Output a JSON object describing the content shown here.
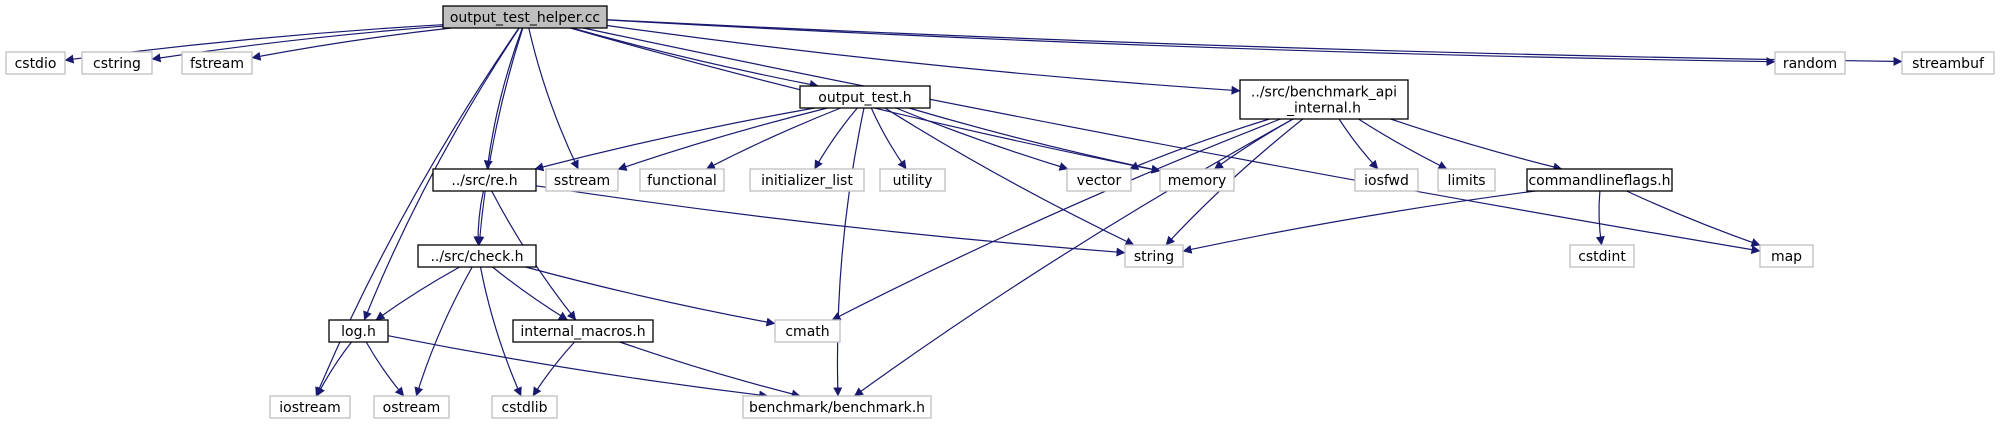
{
  "diagram": {
    "colors": {
      "edge": "#191970",
      "external_border": "#bfbfbf",
      "local_border": "#000000",
      "root_fill": "#bfbfbf"
    },
    "nodes": [
      {
        "id": "output_test_helper_cc",
        "label": "output_test_helper.cc",
        "kind": "root"
      },
      {
        "id": "cstdio",
        "label": "cstdio",
        "kind": "external"
      },
      {
        "id": "cstring",
        "label": "cstring",
        "kind": "external"
      },
      {
        "id": "fstream",
        "label": "fstream",
        "kind": "external"
      },
      {
        "id": "output_test_h",
        "label": "output_test.h",
        "kind": "local"
      },
      {
        "id": "benchmark_api_internal_h",
        "label": "../src/benchmark_api\n_internal.h",
        "kind": "local"
      },
      {
        "id": "random",
        "label": "random",
        "kind": "external"
      },
      {
        "id": "streambuf",
        "label": "streambuf",
        "kind": "external"
      },
      {
        "id": "re_h",
        "label": "../src/re.h",
        "kind": "local"
      },
      {
        "id": "sstream",
        "label": "sstream",
        "kind": "external"
      },
      {
        "id": "functional",
        "label": "functional",
        "kind": "external"
      },
      {
        "id": "initializer_list",
        "label": "initializer_list",
        "kind": "external"
      },
      {
        "id": "utility",
        "label": "utility",
        "kind": "external"
      },
      {
        "id": "vector",
        "label": "vector",
        "kind": "external"
      },
      {
        "id": "memory",
        "label": "memory",
        "kind": "external"
      },
      {
        "id": "iosfwd",
        "label": "iosfwd",
        "kind": "external"
      },
      {
        "id": "limits",
        "label": "limits",
        "kind": "external"
      },
      {
        "id": "commandlineflags_h",
        "label": "commandlineflags.h",
        "kind": "local"
      },
      {
        "id": "check_h",
        "label": "../src/check.h",
        "kind": "local"
      },
      {
        "id": "string",
        "label": "string",
        "kind": "external"
      },
      {
        "id": "cstdint",
        "label": "cstdint",
        "kind": "external"
      },
      {
        "id": "map",
        "label": "map",
        "kind": "external"
      },
      {
        "id": "log_h",
        "label": "log.h",
        "kind": "local"
      },
      {
        "id": "internal_macros_h",
        "label": "internal_macros.h",
        "kind": "local"
      },
      {
        "id": "cmath",
        "label": "cmath",
        "kind": "external"
      },
      {
        "id": "iostream",
        "label": "iostream",
        "kind": "external"
      },
      {
        "id": "ostream",
        "label": "ostream",
        "kind": "external"
      },
      {
        "id": "cstdlib",
        "label": "cstdlib",
        "kind": "external"
      },
      {
        "id": "benchmark_h",
        "label": "benchmark/benchmark.h",
        "kind": "external"
      }
    ],
    "edges": [
      [
        "output_test_helper_cc",
        "cstdio"
      ],
      [
        "output_test_helper_cc",
        "cstring"
      ],
      [
        "output_test_helper_cc",
        "fstream"
      ],
      [
        "output_test_helper_cc",
        "output_test_h"
      ],
      [
        "output_test_helper_cc",
        "benchmark_api_internal_h"
      ],
      [
        "output_test_helper_cc",
        "random"
      ],
      [
        "output_test_helper_cc",
        "streambuf"
      ],
      [
        "output_test_helper_cc",
        "re_h"
      ],
      [
        "output_test_helper_cc",
        "sstream"
      ],
      [
        "output_test_helper_cc",
        "memory"
      ],
      [
        "output_test_helper_cc",
        "map"
      ],
      [
        "output_test_helper_cc",
        "check_h"
      ],
      [
        "output_test_helper_cc",
        "log_h"
      ],
      [
        "output_test_helper_cc",
        "iostream"
      ],
      [
        "output_test_h",
        "re_h"
      ],
      [
        "output_test_h",
        "sstream"
      ],
      [
        "output_test_h",
        "functional"
      ],
      [
        "output_test_h",
        "initializer_list"
      ],
      [
        "output_test_h",
        "utility"
      ],
      [
        "output_test_h",
        "vector"
      ],
      [
        "output_test_h",
        "memory"
      ],
      [
        "output_test_h",
        "string"
      ],
      [
        "output_test_h",
        "benchmark_h"
      ],
      [
        "benchmark_api_internal_h",
        "vector"
      ],
      [
        "benchmark_api_internal_h",
        "memory"
      ],
      [
        "benchmark_api_internal_h",
        "iosfwd"
      ],
      [
        "benchmark_api_internal_h",
        "limits"
      ],
      [
        "benchmark_api_internal_h",
        "commandlineflags_h"
      ],
      [
        "benchmark_api_internal_h",
        "string"
      ],
      [
        "benchmark_api_internal_h",
        "cmath"
      ],
      [
        "benchmark_api_internal_h",
        "benchmark_h"
      ],
      [
        "commandlineflags_h",
        "string"
      ],
      [
        "commandlineflags_h",
        "cstdint"
      ],
      [
        "commandlineflags_h",
        "map"
      ],
      [
        "re_h",
        "check_h"
      ],
      [
        "re_h",
        "internal_macros_h"
      ],
      [
        "re_h",
        "string"
      ],
      [
        "check_h",
        "log_h"
      ],
      [
        "check_h",
        "internal_macros_h"
      ],
      [
        "check_h",
        "cmath"
      ],
      [
        "check_h",
        "ostream"
      ],
      [
        "check_h",
        "cstdlib"
      ],
      [
        "log_h",
        "iostream"
      ],
      [
        "log_h",
        "ostream"
      ],
      [
        "log_h",
        "benchmark_h"
      ],
      [
        "internal_macros_h",
        "cstdlib"
      ],
      [
        "internal_macros_h",
        "benchmark_h"
      ]
    ]
  }
}
